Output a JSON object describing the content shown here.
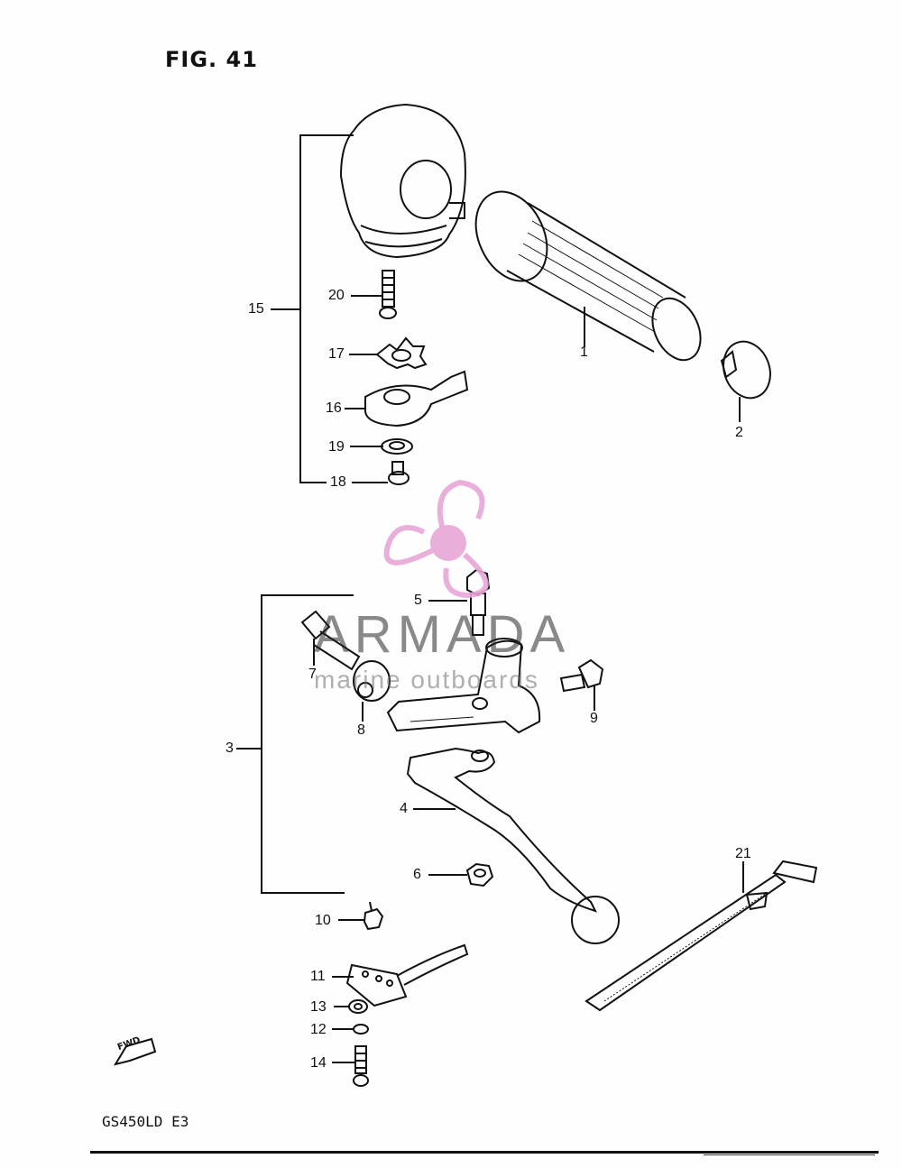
{
  "figure": {
    "title": "FIG. 41",
    "model": "GS450LD  E3"
  },
  "watermark": {
    "brand": "ARMADA",
    "tagline": "marine outboards",
    "accent_color": "#e8a6d8"
  },
  "fwd_label": "FWD",
  "callouts": {
    "c1": "1",
    "c2": "2",
    "c3": "3",
    "c4": "4",
    "c5": "5",
    "c6": "6",
    "c7": "7",
    "c8": "8",
    "c9": "9",
    "c10": "10",
    "c11": "11",
    "c12": "12",
    "c13": "13",
    "c14": "14",
    "c15": "15",
    "c16": "16",
    "c17": "17",
    "c18": "18",
    "c19": "19",
    "c20": "20",
    "c21": "21"
  }
}
